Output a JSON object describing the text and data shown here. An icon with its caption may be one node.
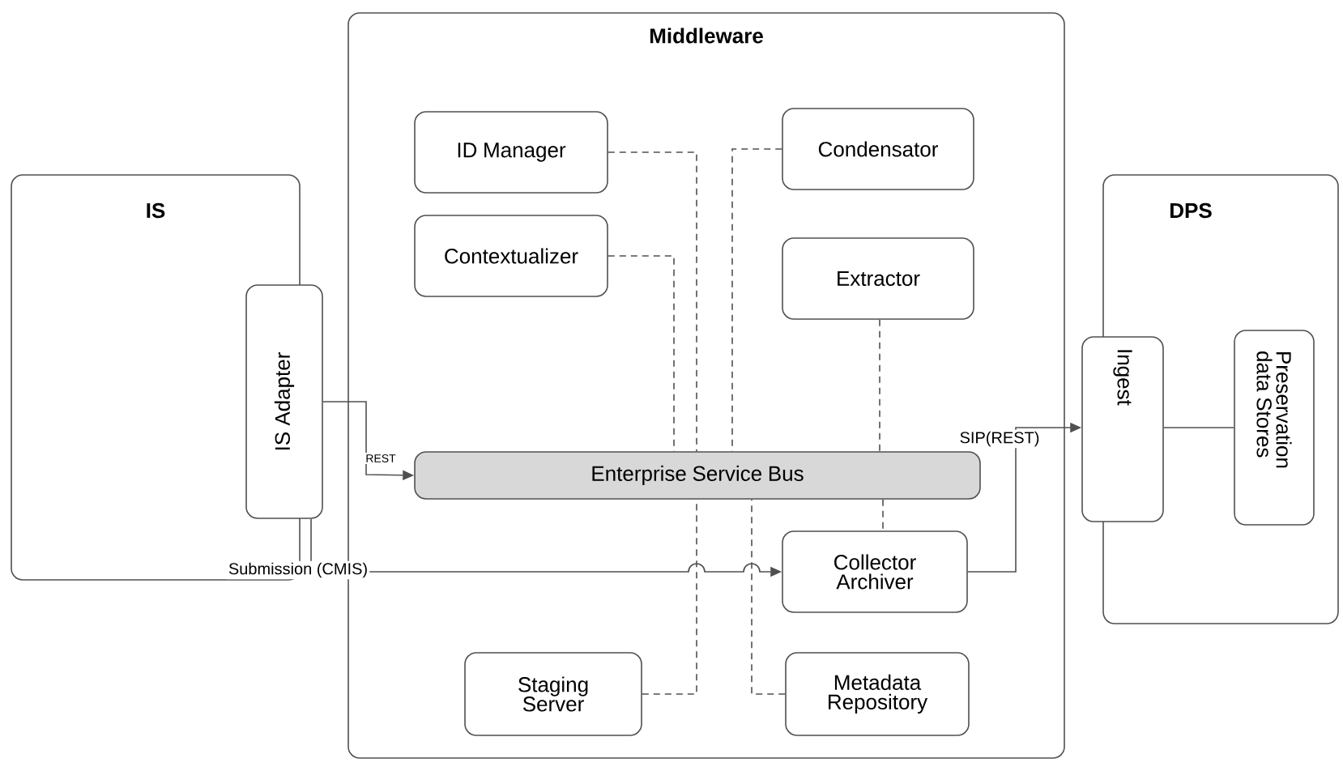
{
  "diagram": {
    "nodes": [
      {
        "text": [
          "IS"
        ]
      },
      {
        "text": [
          "IS Adapter"
        ]
      },
      {
        "text": [
          "Middleware"
        ]
      },
      {
        "text": [
          "ID Manager"
        ],
        "in": 2
      },
      {
        "text": [
          "Contextualizer"
        ],
        "in": 2
      },
      {
        "text": [
          "Condensator"
        ],
        "in": 2
      },
      {
        "text": [
          "Extractor"
        ],
        "in": 2
      },
      {
        "text": [
          "Enterprise Service Bus"
        ],
        "in": 2
      },
      {
        "text": [
          "Collector Archiver"
        ],
        "in": 2
      },
      {
        "text": [
          "Staging Server"
        ],
        "in": 2
      },
      {
        "text": [
          "Metadata Repository"
        ],
        "in": 2
      },
      {
        "text": [
          "DPS"
        ]
      },
      {
        "text": [
          "Ingest"
        ]
      },
      {
        "text": [
          "Preservation data Stores"
        ],
        "in": 11
      }
    ],
    "edges": [
      {
        "from": 1,
        "to": 7,
        "arrow": "to",
        "label": "REST"
      },
      {
        "from": 1,
        "to": 8,
        "arrow": "to",
        "label": "Submission (CMIS)"
      },
      {
        "from": 3,
        "to": 7,
        "arrow": "none",
        "style": "dashed"
      },
      {
        "from": 4,
        "to": 7,
        "arrow": "none",
        "style": "dashed"
      },
      {
        "from": 5,
        "to": 7,
        "arrow": "none",
        "style": "dashed"
      },
      {
        "from": 6,
        "to": 7,
        "arrow": "none",
        "style": "dashed"
      },
      {
        "from": 7,
        "to": 8,
        "arrow": "none",
        "style": "dashed"
      },
      {
        "from": 9,
        "to": 7,
        "arrow": "none",
        "style": "dashed"
      },
      {
        "from": 10,
        "to": 7,
        "arrow": "none",
        "style": "dashed"
      },
      {
        "from": 8,
        "to": 12,
        "arrow": "to",
        "label": "SIP(REST)"
      },
      {
        "from": 12,
        "to": 13,
        "arrow": "none"
      }
    ]
  }
}
